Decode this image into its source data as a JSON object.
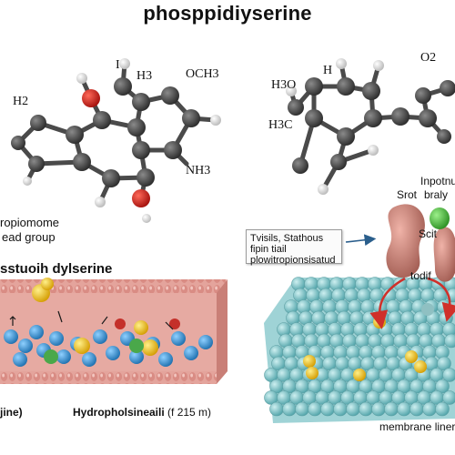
{
  "title": "phosppidiyserine",
  "top_left": {
    "atom_labels": {
      "h_top": "I",
      "h3_top": "H3",
      "och3": "OCH3",
      "h2_left": "H2",
      "nh3": "NH3"
    },
    "caption_line1": "ropiomome",
    "caption_line2": "ead group"
  },
  "top_right": {
    "atom_labels": {
      "h_mark": "H",
      "o2": "O2",
      "h3o": "H3O",
      "h3c": "H3C"
    },
    "protein_labels": {
      "label1": "Inpotnus",
      "label2": "braly",
      "label3": "Srot",
      "label4": "Scit",
      "label5": "todif"
    }
  },
  "middle_left": {
    "heading": "sstuoih dylserine"
  },
  "callout": {
    "line1": "Tvisils, Stathous",
    "line2": "fipin tiail",
    "line3": "plowitropionsisatud"
  },
  "bottom": {
    "left_label": "jine)",
    "center_label": "Hydropholsineaili",
    "center_suffix": "(f 215 m)",
    "right_label": "membrane liner"
  },
  "colors": {
    "carbon": "#3d3d3d",
    "oxygen": "#c51a14",
    "hydrogen": "#e6e6e6",
    "lipid_blue": "#2f8fd0",
    "lipid_yellow": "#f2c318",
    "membrane_pink": "#e3a39d",
    "teal_sphere": "#7cc4c8",
    "protein_pink": "#c9837a",
    "protein_green": "#4bbd3c",
    "arrow_red": "#d0302a",
    "arrow_blue": "#2a5e8c"
  }
}
